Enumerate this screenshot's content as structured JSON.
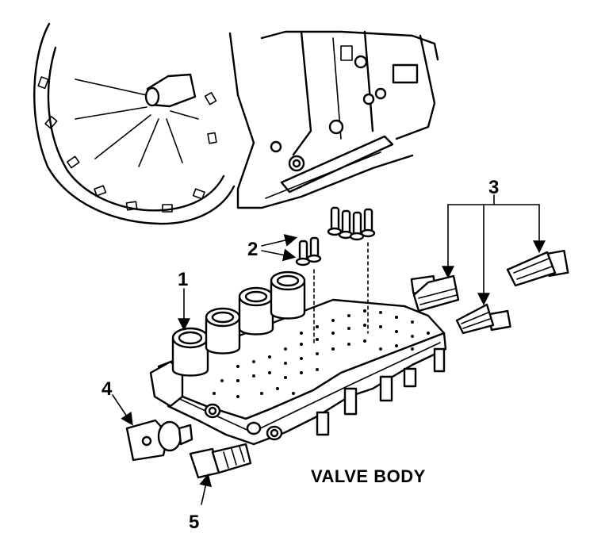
{
  "diagram": {
    "caption": "VALVE BODY",
    "callouts": [
      {
        "id": "1",
        "label": "1"
      },
      {
        "id": "2",
        "label": "2"
      },
      {
        "id": "3",
        "label": "3"
      },
      {
        "id": "4",
        "label": "4"
      },
      {
        "id": "5",
        "label": "5"
      }
    ]
  }
}
